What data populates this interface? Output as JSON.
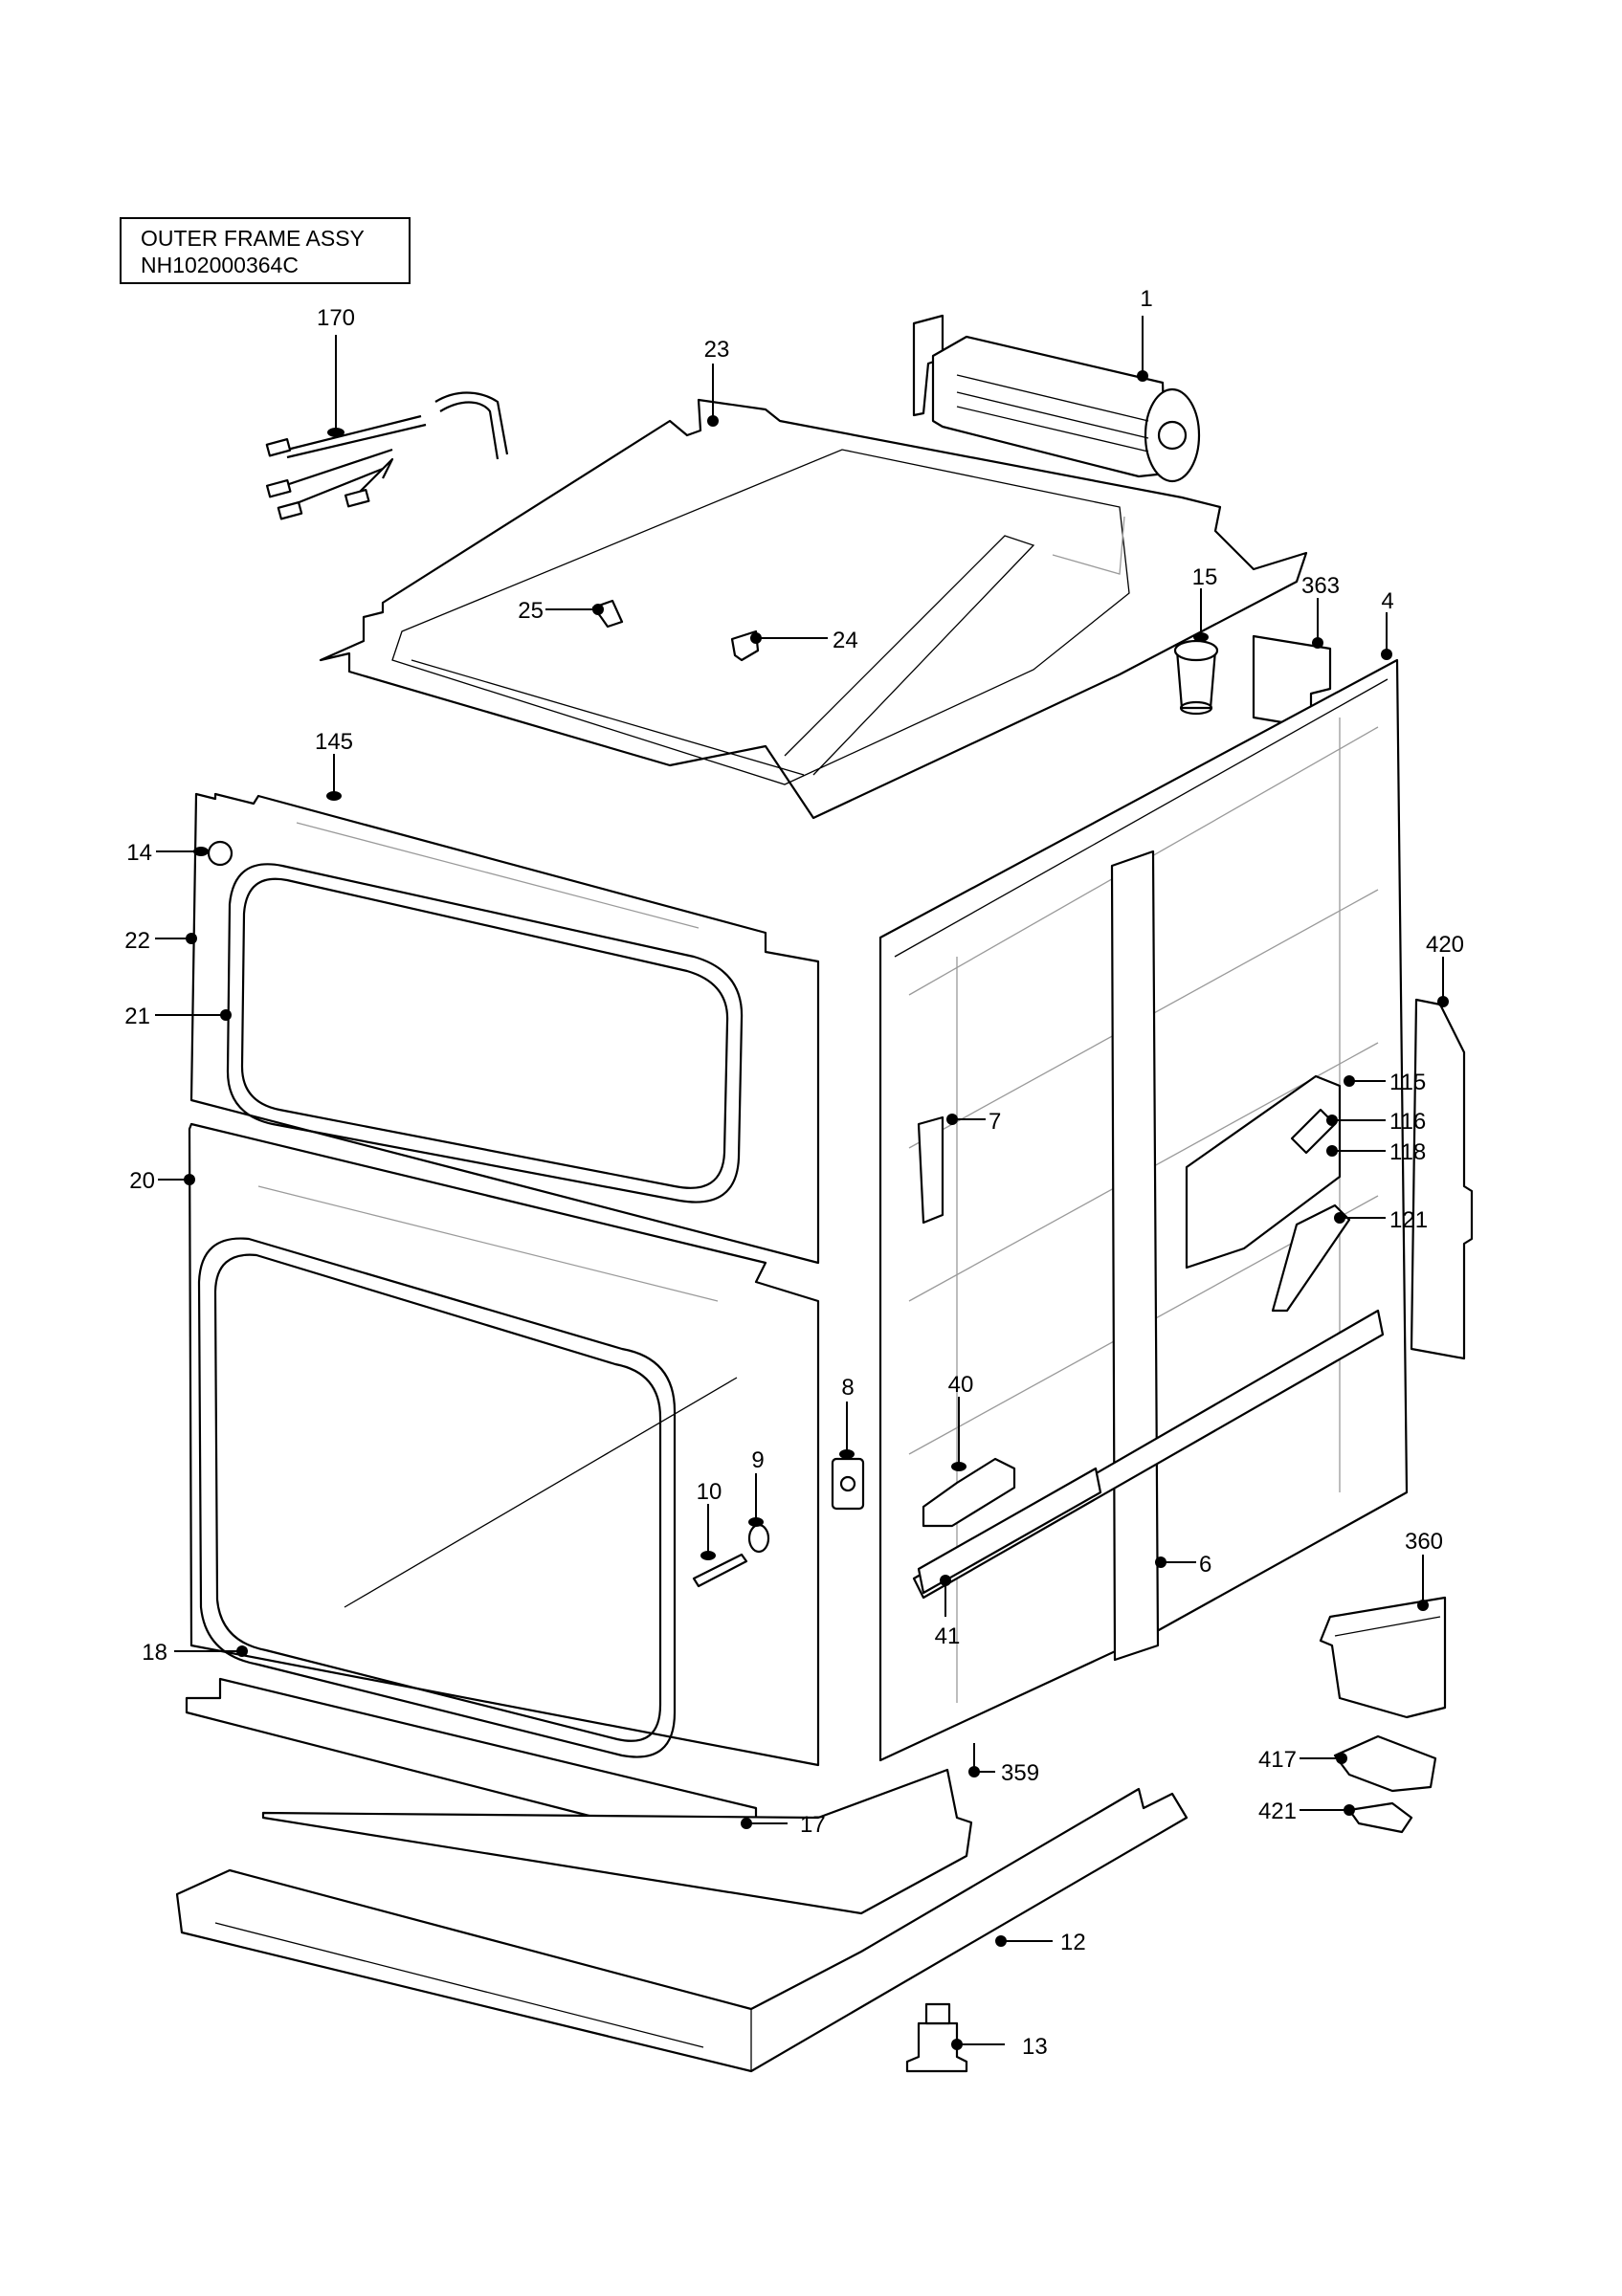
{
  "title": {
    "line1": "OUTER FRAME ASSY",
    "line2": "NH102000364C"
  },
  "callouts": [
    {
      "id": "1",
      "label": "1"
    },
    {
      "id": "170",
      "label": "170"
    },
    {
      "id": "23",
      "label": "23"
    },
    {
      "id": "25",
      "label": "25"
    },
    {
      "id": "24",
      "label": "24"
    },
    {
      "id": "15",
      "label": "15"
    },
    {
      "id": "363",
      "label": "363"
    },
    {
      "id": "4",
      "label": "4"
    },
    {
      "id": "145",
      "label": "145"
    },
    {
      "id": "14",
      "label": "14"
    },
    {
      "id": "22",
      "label": "22"
    },
    {
      "id": "21",
      "label": "21"
    },
    {
      "id": "420",
      "label": "420"
    },
    {
      "id": "115",
      "label": "115"
    },
    {
      "id": "116",
      "label": "116"
    },
    {
      "id": "118",
      "label": "118"
    },
    {
      "id": "7",
      "label": "7"
    },
    {
      "id": "121",
      "label": "121"
    },
    {
      "id": "20",
      "label": "20"
    },
    {
      "id": "8",
      "label": "8"
    },
    {
      "id": "40",
      "label": "40"
    },
    {
      "id": "9",
      "label": "9"
    },
    {
      "id": "10",
      "label": "10"
    },
    {
      "id": "360",
      "label": "360"
    },
    {
      "id": "6",
      "label": "6"
    },
    {
      "id": "41",
      "label": "41"
    },
    {
      "id": "18",
      "label": "18"
    },
    {
      "id": "417",
      "label": "417"
    },
    {
      "id": "359",
      "label": "359"
    },
    {
      "id": "421",
      "label": "421"
    },
    {
      "id": "17",
      "label": "17"
    },
    {
      "id": "12",
      "label": "12"
    },
    {
      "id": "13",
      "label": "13"
    }
  ]
}
